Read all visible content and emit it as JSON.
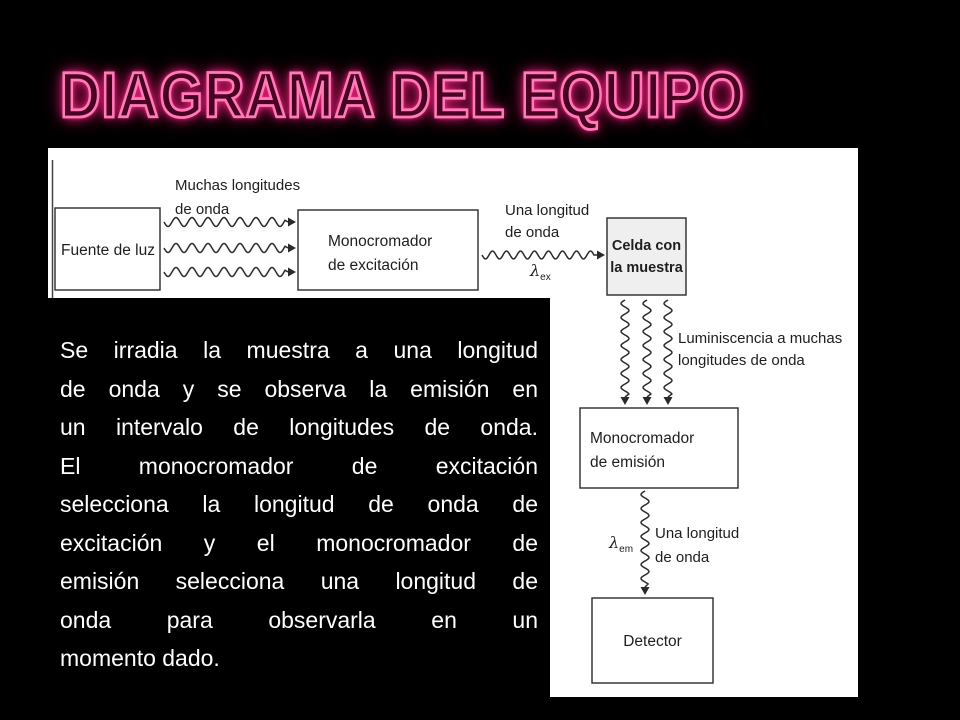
{
  "title": "DIAGRAMA DEL EQUIPO",
  "diagram": {
    "light_source": "Fuente de luz",
    "many_wavelengths": [
      "Muchas longitudes",
      "de onda"
    ],
    "excitation_monochromator": [
      "Monocromador",
      "de excitación"
    ],
    "one_wavelength_top": [
      "Una longitud",
      "de onda"
    ],
    "lambda_ex": {
      "symbol": "λ",
      "sub": "ex"
    },
    "sample_cell": [
      "Celda con",
      "la muestra"
    ],
    "luminescence": [
      "Luminiscencia a muchas",
      "longitudes de onda"
    ],
    "emission_monochromator": [
      "Monocromador",
      "de emisión"
    ],
    "lambda_em": {
      "symbol": "λ",
      "sub": "em"
    },
    "one_wavelength_bottom": [
      "Una longitud",
      "de onda"
    ],
    "detector": "Detector"
  },
  "description": {
    "lines": [
      "Se irradia la muestra a una longitud",
      "de onda  y se observa la emisión en",
      "un intervalo de longitudes de onda.",
      "El monocromador de excitación",
      "selecciona la longitud de onda de",
      "excitación y el monocromador de",
      "emisión selecciona una longitud de",
      "onda para observarla en un",
      "momento dado."
    ]
  },
  "colors": {
    "background": "#000000",
    "title_glow": "#ff2f88",
    "diagram_paper": "#ffffff",
    "description_text": "#ffffff"
  }
}
